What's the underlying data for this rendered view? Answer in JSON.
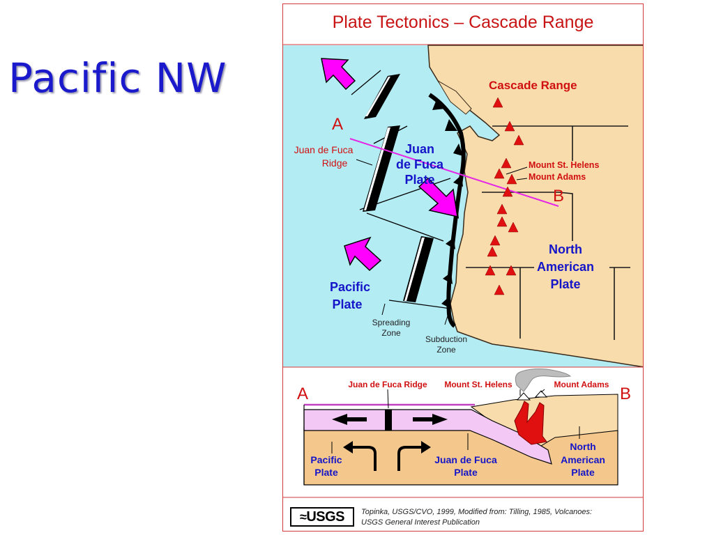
{
  "slide": {
    "title": "Pacific NW"
  },
  "figure": {
    "title": "Plate Tectonics – Cascade Range",
    "map": {
      "cascade_range": "Cascade Range",
      "point_a": "A",
      "point_b": "B",
      "jdf_ridge_line1": "Juan de Fuca",
      "jdf_ridge_line2": "Ridge",
      "jdf_plate_line1": "Juan",
      "jdf_plate_line2": "de Fuca",
      "jdf_plate_line3": "Plate",
      "mount_st_helens": "Mount St. Helens",
      "mount_adams": "Mount Adams",
      "na_plate_line1": "North",
      "na_plate_line2": "American",
      "na_plate_line3": "Plate",
      "pacific_plate_line1": "Pacific",
      "pacific_plate_line2": "Plate",
      "spreading_line1": "Spreading",
      "spreading_line2": "Zone",
      "subduction_line1": "Subduction",
      "subduction_line2": "Zone"
    },
    "cross_section": {
      "point_a": "A",
      "point_b": "B",
      "jdf_ridge": "Juan de Fuca Ridge",
      "mount_st_helens": "Mount St. Helens",
      "mount_adams": "Mount Adams",
      "pacific_line1": "Pacific",
      "pacific_line2": "Plate",
      "jdf_line1": "Juan de Fuca",
      "jdf_line2": "Plate",
      "na_line1": "North",
      "na_line2": "American",
      "na_line3": "Plate"
    },
    "footer": {
      "logo_mark": "≈",
      "logo_text": "USGS",
      "credit_line1": "Topinka, USGS/CVO, 1999, Modified from: Tilling, 1985, Volcanoes:",
      "credit_line2": "USGS General Interest Publication"
    },
    "colors": {
      "ocean": "#b4ecf4",
      "land": "#f8dcac",
      "red": "#d01010",
      "blue": "#1414c8",
      "magenta": "#ff00ff",
      "plate_pink": "#f4c8f4",
      "mantle": "#f4c88c"
    }
  }
}
